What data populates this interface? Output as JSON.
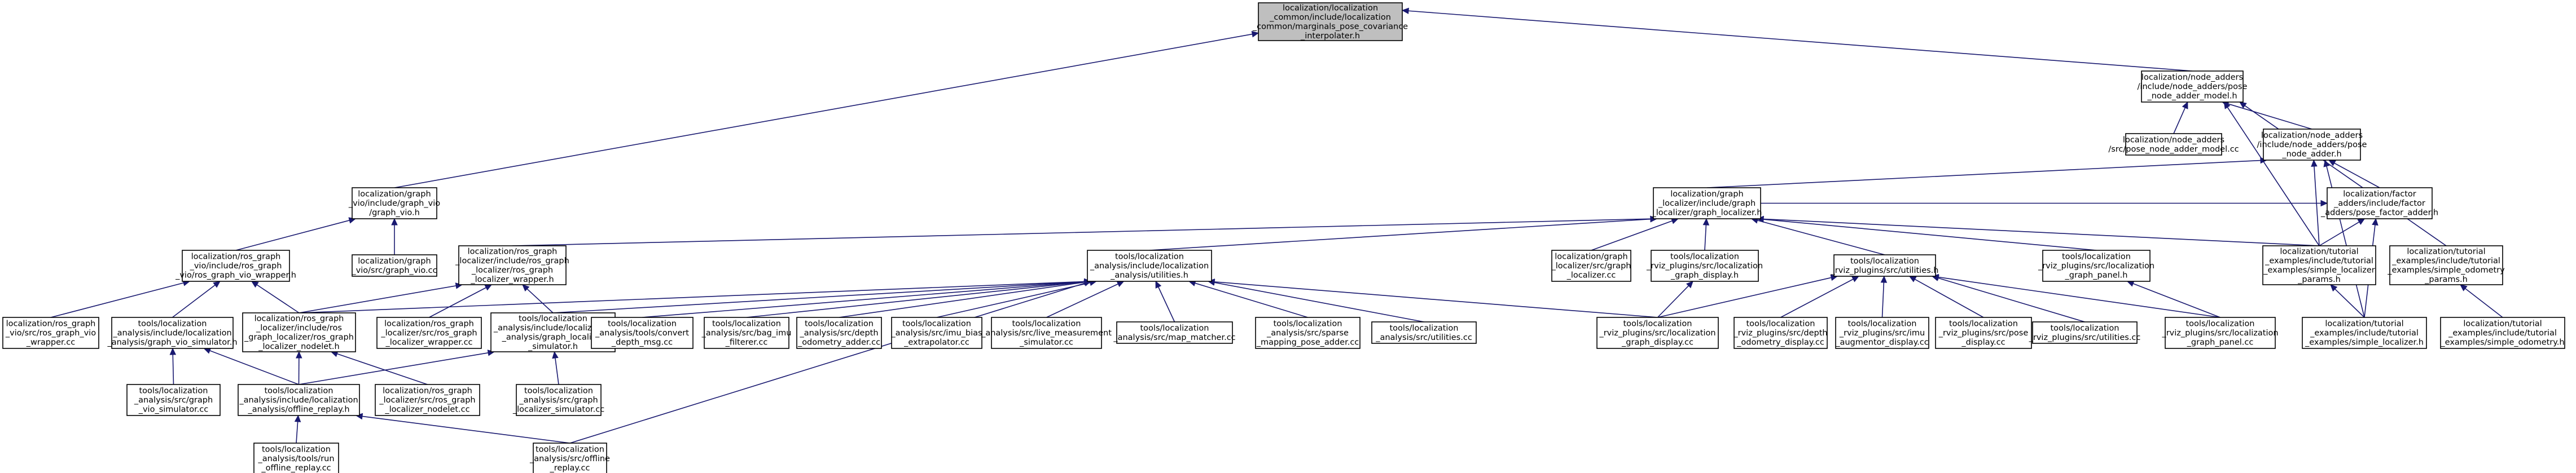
{
  "graph": {
    "kind": "include-dependency-graph",
    "colors": {
      "edge": "#191970",
      "root_fill": "#bfbfbf",
      "node_fill": "#ffffff",
      "node_border": "#000000"
    },
    "nodes": [
      {
        "id": "root",
        "lines": [
          "localization/localization",
          "_common/include/localization",
          "_common/marginals_pose_covariance",
          "_interpolater.h"
        ],
        "root": true
      },
      {
        "id": "pose_adder_model",
        "lines": [
          "localization/node_adders",
          "/include/node_adders/pose",
          "_node_adder_model.h"
        ]
      },
      {
        "id": "graph_vio_h",
        "lines": [
          "localization/graph",
          "_vio/include/graph_vio",
          "/graph_vio.h"
        ]
      },
      {
        "id": "pose_adder_model_cc",
        "lines": [
          "localization/node_adders",
          "/src/pose_node_adder_model.cc"
        ]
      },
      {
        "id": "pose_node_adder_h",
        "lines": [
          "localization/node_adders",
          "/include/node_adders/pose",
          "_node_adder.h"
        ]
      },
      {
        "id": "graph_localizer_h",
        "lines": [
          "localization/graph",
          "_localizer/include/graph",
          "_localizer/graph_localizer.h"
        ]
      },
      {
        "id": "pose_factor_adder_h",
        "lines": [
          "localization/factor",
          "_adders/include/factor",
          "_adders/pose_factor_adder.h"
        ]
      },
      {
        "id": "ros_graph_vio_wrapper_h",
        "lines": [
          "localization/ros_graph",
          "_vio/include/ros_graph",
          "_vio/ros_graph_vio_wrapper.h"
        ]
      },
      {
        "id": "graph_vio_cc",
        "lines": [
          "localization/graph",
          "_vio/src/graph_vio.cc"
        ]
      },
      {
        "id": "ros_graph_localizer_wrapper_h",
        "lines": [
          "localization/ros_graph",
          "_localizer/include/ros_graph",
          "_localizer/ros_graph",
          "_localizer_wrapper.h"
        ]
      },
      {
        "id": "utilities_h",
        "lines": [
          "tools/localization",
          "_analysis/include/localization",
          "_analysis/utilities.h"
        ]
      },
      {
        "id": "graph_localizer_cc",
        "lines": [
          "localization/graph",
          "_localizer/src/graph",
          "_localizer.cc"
        ]
      },
      {
        "id": "graph_display_h",
        "lines": [
          "tools/localization",
          "_rviz_plugins/src/localization",
          "_graph_display.h"
        ]
      },
      {
        "id": "rviz_utilities_h",
        "lines": [
          "tools/localization",
          "_rviz_plugins/src/utilities.h"
        ]
      },
      {
        "id": "graph_panel_h",
        "lines": [
          "tools/localization",
          "_rviz_plugins/src/localization",
          "_graph_panel.h"
        ]
      },
      {
        "id": "simple_localizer_params_h",
        "lines": [
          "localization/tutorial",
          "_examples/include/tutorial",
          "_examples/simple_localizer",
          "_params.h"
        ]
      },
      {
        "id": "simple_odometry_params_h",
        "lines": [
          "localization/tutorial",
          "_examples/include/tutorial",
          "_examples/simple_odometry",
          "_params.h"
        ]
      },
      {
        "id": "ros_graph_vio_wrapper_cc",
        "lines": [
          "localization/ros_graph",
          "_vio/src/ros_graph_vio",
          "_wrapper.cc"
        ]
      },
      {
        "id": "graph_vio_simulator_h",
        "lines": [
          "tools/localization",
          "_analysis/include/localization",
          "_analysis/graph_vio_simulator.h"
        ]
      },
      {
        "id": "ros_graph_localizer_nodelet_h",
        "lines": [
          "localization/ros_graph",
          "_localizer/include/ros",
          "_graph_localizer/ros_graph",
          "_localizer_nodelet.h"
        ]
      },
      {
        "id": "ros_graph_localizer_wrapper_cc",
        "lines": [
          "localization/ros_graph",
          "_localizer/src/ros_graph",
          "_localizer_wrapper.cc"
        ]
      },
      {
        "id": "graph_localizer_simulator_h",
        "lines": [
          "tools/localization",
          "_analysis/include/localization",
          "_analysis/graph_localizer",
          "_simulator.h"
        ]
      },
      {
        "id": "convert_depth_msg_cc",
        "lines": [
          "tools/localization",
          "_analysis/tools/convert",
          "_depth_msg.cc"
        ]
      },
      {
        "id": "bag_imu_filterer_cc",
        "lines": [
          "tools/localization",
          "_analysis/src/bag_imu",
          "_filterer.cc"
        ]
      },
      {
        "id": "depth_odometry_adder_cc",
        "lines": [
          "tools/localization",
          "_analysis/src/depth",
          "_odometry_adder.cc"
        ]
      },
      {
        "id": "imu_bias_extrapolator_cc",
        "lines": [
          "tools/localization",
          "_analysis/src/imu_bias",
          "_extrapolator.cc"
        ]
      },
      {
        "id": "live_measurement_simulator_cc",
        "lines": [
          "tools/localization",
          "_analysis/src/live_measurement",
          "_simulator.cc"
        ]
      },
      {
        "id": "map_matcher_cc",
        "lines": [
          "tools/localization",
          "_analysis/src/map_matcher.cc"
        ]
      },
      {
        "id": "sparse_mapping_pose_adder_cc",
        "lines": [
          "tools/localization",
          "_analysis/src/sparse",
          "_mapping_pose_adder.cc"
        ]
      },
      {
        "id": "analysis_utilities_cc",
        "lines": [
          "tools/localization",
          "_analysis/src/utilities.cc"
        ]
      },
      {
        "id": "graph_display_cc",
        "lines": [
          "tools/localization",
          "_rviz_plugins/src/localization",
          "_graph_display.cc"
        ]
      },
      {
        "id": "depth_odometry_display_cc",
        "lines": [
          "tools/localization",
          "_rviz_plugins/src/depth",
          "_odometry_display.cc"
        ]
      },
      {
        "id": "imu_augmentor_display_cc",
        "lines": [
          "tools/localization",
          "_rviz_plugins/src/imu",
          "_augmentor_display.cc"
        ]
      },
      {
        "id": "pose_display_cc",
        "lines": [
          "tools/localization",
          "_rviz_plugins/src/pose",
          "_display.cc"
        ]
      },
      {
        "id": "rviz_utilities_cc",
        "lines": [
          "tools/localization",
          "_rviz_plugins/src/utilities.cc"
        ]
      },
      {
        "id": "graph_panel_cc",
        "lines": [
          "tools/localization",
          "_rviz_plugins/src/localization",
          "_graph_panel.cc"
        ]
      },
      {
        "id": "simple_localizer_h",
        "lines": [
          "localization/tutorial",
          "_examples/include/tutorial",
          "_examples/simple_localizer.h"
        ]
      },
      {
        "id": "simple_odometry_h",
        "lines": [
          "localization/tutorial",
          "_examples/include/tutorial",
          "_examples/simple_odometry.h"
        ]
      },
      {
        "id": "graph_vio_simulator_cc",
        "lines": [
          "tools/localization",
          "_analysis/src/graph",
          "_vio_simulator.cc"
        ]
      },
      {
        "id": "offline_replay_h",
        "lines": [
          "tools/localization",
          "_analysis/include/localization",
          "_analysis/offline_replay.h"
        ]
      },
      {
        "id": "ros_graph_localizer_nodelet_cc",
        "lines": [
          "localization/ros_graph",
          "_localizer/src/ros_graph",
          "_localizer_nodelet.cc"
        ]
      },
      {
        "id": "graph_localizer_simulator_cc",
        "lines": [
          "tools/localization",
          "_analysis/src/graph",
          "_localizer_simulator.cc"
        ]
      },
      {
        "id": "run_offline_replay_cc",
        "lines": [
          "tools/localization",
          "_analysis/tools/run",
          "_offline_replay.cc"
        ]
      },
      {
        "id": "offline_replay_cc",
        "lines": [
          "tools/localization",
          "_analysis/src/offline",
          "_replay.cc"
        ]
      }
    ],
    "edges": [
      [
        "graph_vio_h",
        "root"
      ],
      [
        "pose_adder_model",
        "root"
      ],
      [
        "pose_adder_model_cc",
        "pose_adder_model"
      ],
      [
        "pose_node_adder_h",
        "pose_adder_model"
      ],
      [
        "simple_localizer_params_h",
        "pose_adder_model"
      ],
      [
        "simple_odometry_params_h",
        "pose_adder_model"
      ],
      [
        "graph_localizer_h",
        "pose_node_adder_h"
      ],
      [
        "pose_factor_adder_h",
        "pose_node_adder_h"
      ],
      [
        "simple_localizer_params_h",
        "pose_node_adder_h"
      ],
      [
        "simple_localizer_h",
        "pose_node_adder_h"
      ],
      [
        "graph_localizer_h",
        "pose_factor_adder_h"
      ],
      [
        "simple_localizer_params_h",
        "pose_factor_adder_h"
      ],
      [
        "simple_localizer_h",
        "pose_factor_adder_h"
      ],
      [
        "ros_graph_vio_wrapper_h",
        "graph_vio_h"
      ],
      [
        "graph_vio_cc",
        "graph_vio_h"
      ],
      [
        "ros_graph_localizer_wrapper_h",
        "graph_localizer_h"
      ],
      [
        "utilities_h",
        "graph_localizer_h"
      ],
      [
        "graph_localizer_cc",
        "graph_localizer_h"
      ],
      [
        "graph_display_h",
        "graph_localizer_h"
      ],
      [
        "rviz_utilities_h",
        "graph_localizer_h"
      ],
      [
        "graph_panel_h",
        "graph_localizer_h"
      ],
      [
        "simple_localizer_params_h",
        "graph_localizer_h"
      ],
      [
        "ros_graph_vio_wrapper_cc",
        "ros_graph_vio_wrapper_h"
      ],
      [
        "graph_vio_simulator_h",
        "ros_graph_vio_wrapper_h"
      ],
      [
        "ros_graph_localizer_nodelet_h",
        "ros_graph_vio_wrapper_h"
      ],
      [
        "ros_graph_localizer_nodelet_h",
        "ros_graph_localizer_wrapper_h"
      ],
      [
        "ros_graph_localizer_wrapper_cc",
        "ros_graph_localizer_wrapper_h"
      ],
      [
        "graph_localizer_simulator_h",
        "ros_graph_localizer_wrapper_h"
      ],
      [
        "ros_graph_localizer_nodelet_h",
        "utilities_h"
      ],
      [
        "convert_depth_msg_cc",
        "utilities_h"
      ],
      [
        "bag_imu_filterer_cc",
        "utilities_h"
      ],
      [
        "depth_odometry_adder_cc",
        "utilities_h"
      ],
      [
        "imu_bias_extrapolator_cc",
        "utilities_h"
      ],
      [
        "live_measurement_simulator_cc",
        "utilities_h"
      ],
      [
        "map_matcher_cc",
        "utilities_h"
      ],
      [
        "sparse_mapping_pose_adder_cc",
        "utilities_h"
      ],
      [
        "analysis_utilities_cc",
        "utilities_h"
      ],
      [
        "graph_display_cc",
        "utilities_h"
      ],
      [
        "offline_replay_cc",
        "utilities_h"
      ],
      [
        "graph_localizer_simulator_h",
        "utilities_h"
      ],
      [
        "graph_display_cc",
        "graph_display_h"
      ],
      [
        "graph_display_cc",
        "rviz_utilities_h"
      ],
      [
        "depth_odometry_display_cc",
        "rviz_utilities_h"
      ],
      [
        "imu_augmentor_display_cc",
        "rviz_utilities_h"
      ],
      [
        "pose_display_cc",
        "rviz_utilities_h"
      ],
      [
        "rviz_utilities_cc",
        "rviz_utilities_h"
      ],
      [
        "graph_panel_cc",
        "rviz_utilities_h"
      ],
      [
        "graph_panel_cc",
        "graph_panel_h"
      ],
      [
        "simple_localizer_h",
        "simple_localizer_params_h"
      ],
      [
        "simple_odometry_h",
        "simple_odometry_params_h"
      ],
      [
        "graph_vio_simulator_cc",
        "graph_vio_simulator_h"
      ],
      [
        "offline_replay_h",
        "graph_vio_simulator_h"
      ],
      [
        "offline_replay_h",
        "ros_graph_localizer_nodelet_h"
      ],
      [
        "ros_graph_localizer_nodelet_cc",
        "ros_graph_localizer_nodelet_h"
      ],
      [
        "offline_replay_h",
        "graph_localizer_simulator_h"
      ],
      [
        "graph_localizer_simulator_cc",
        "graph_localizer_simulator_h"
      ],
      [
        "run_offline_replay_cc",
        "offline_replay_h"
      ],
      [
        "offline_replay_cc",
        "offline_replay_h"
      ]
    ]
  }
}
